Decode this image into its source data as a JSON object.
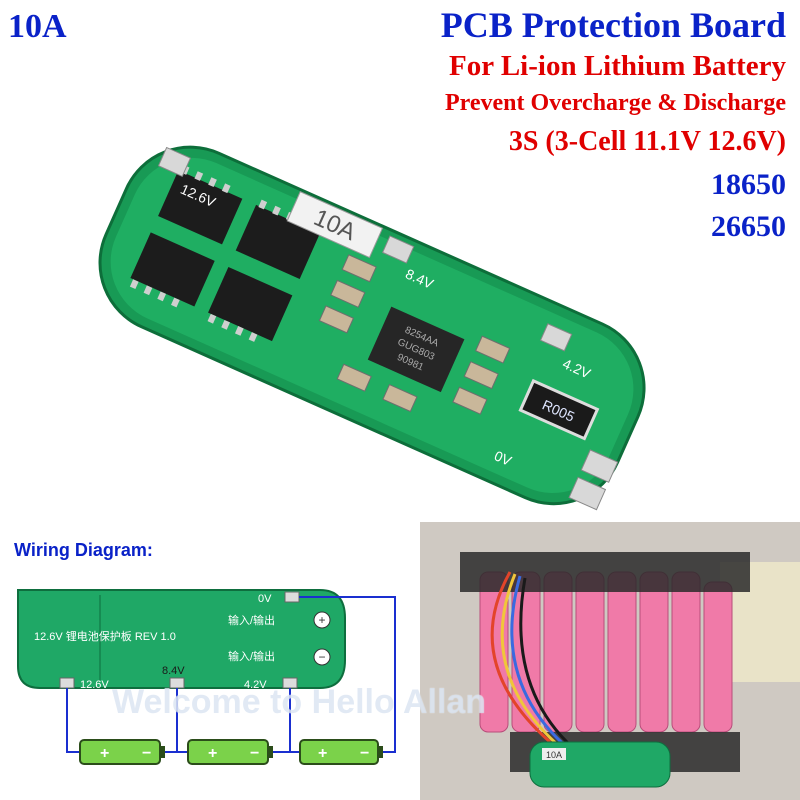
{
  "header": {
    "rating": "10A",
    "title": "PCB Protection Board",
    "subtitle1": "For Li-ion Lithium Battery",
    "subtitle2": "Prevent Overcharge & Discharge",
    "subtitle3": "3S (3-Cell 11.1V 12.6V)",
    "models": [
      "18650",
      "26650"
    ]
  },
  "board": {
    "label_rating": "10A",
    "pad_12v": "12.6V",
    "pad_84v": "8.4V",
    "pad_42v": "4.2V",
    "pad_0v": "0V",
    "resistor": "R005",
    "chip_text": [
      "8254AA",
      "GUG803",
      "90981"
    ],
    "plus_sign": "+",
    "minus_sign": "−"
  },
  "wiring": {
    "title": "Wiring Diagram:",
    "board_text": "12.6V 锂电池保护板 REV 1.0",
    "io_label_1": "输入/输出",
    "io_label_2": "输入/输出",
    "pad_0v": "0V",
    "pad_126v": "12.6V",
    "pad_84v": "8.4V",
    "pad_42v": "4.2V",
    "battery_plus": "+",
    "battery_minus": "−"
  },
  "photo": {
    "board_label": "10A"
  },
  "watermark": "Welcome to Hello Allan",
  "colors": {
    "title_blue": "#0a22c8",
    "subtitle_red": "#e00000",
    "pcb_green": "#19a35c",
    "wire_blue": "#1a2fd0",
    "battery_green": "#7bd24a"
  }
}
